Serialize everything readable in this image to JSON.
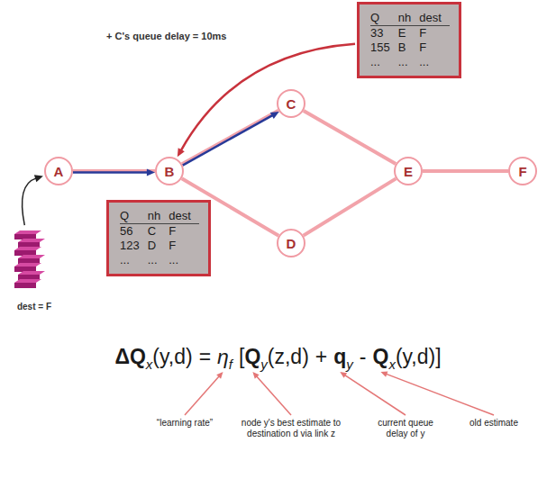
{
  "diagram": {
    "nodes": [
      {
        "text": [
          "Q",
          "nh",
          "dest",
          "33",
          "E",
          "F",
          "155",
          "B",
          "F",
          "...",
          "...",
          "..."
        ]
      },
      {
        "text": [
          "C"
        ]
      },
      {
        "text": [
          "A"
        ]
      },
      {
        "text": [
          "B"
        ]
      },
      {
        "text": [
          "E"
        ]
      },
      {
        "text": [
          "F"
        ]
      },
      {
        "text": [
          "Q",
          "nh",
          "dest",
          "56",
          "C",
          "F",
          "123",
          "D",
          "F",
          "...",
          "...",
          "..."
        ]
      },
      {
        "text": [
          "dest = F"
        ]
      },
      {
        "text": [
          "D"
        ]
      }
    ],
    "edges": [
      {
        "from": 2,
        "to": 3,
        "arrow": "to"
      },
      {
        "from": 3,
        "to": 1,
        "arrow": "to"
      },
      {
        "from": 3,
        "to": 8,
        "arrow": "none"
      },
      {
        "from": 1,
        "to": 4,
        "arrow": "none"
      },
      {
        "from": 8,
        "to": 4,
        "arrow": "none"
      },
      {
        "from": 4,
        "to": 5,
        "arrow": "none"
      },
      {
        "from": 0,
        "to": 3,
        "arrow": "to",
        "label": "+ C's queue delay = 10ms"
      },
      {
        "from": 7,
        "to": 2,
        "arrow": "to"
      }
    ],
    "labels": [
      "ΔQ",
      "x",
      "(y,d)",
      "=",
      "η",
      "f",
      "[",
      "Q",
      "y",
      "(z,d)",
      "+",
      "q",
      "y",
      "-",
      "Q",
      "x",
      "(y,d)]",
      "“learning rate”",
      "node y's best estimate to destination d via link z",
      "current queue delay of y",
      "old estimate"
    ]
  }
}
